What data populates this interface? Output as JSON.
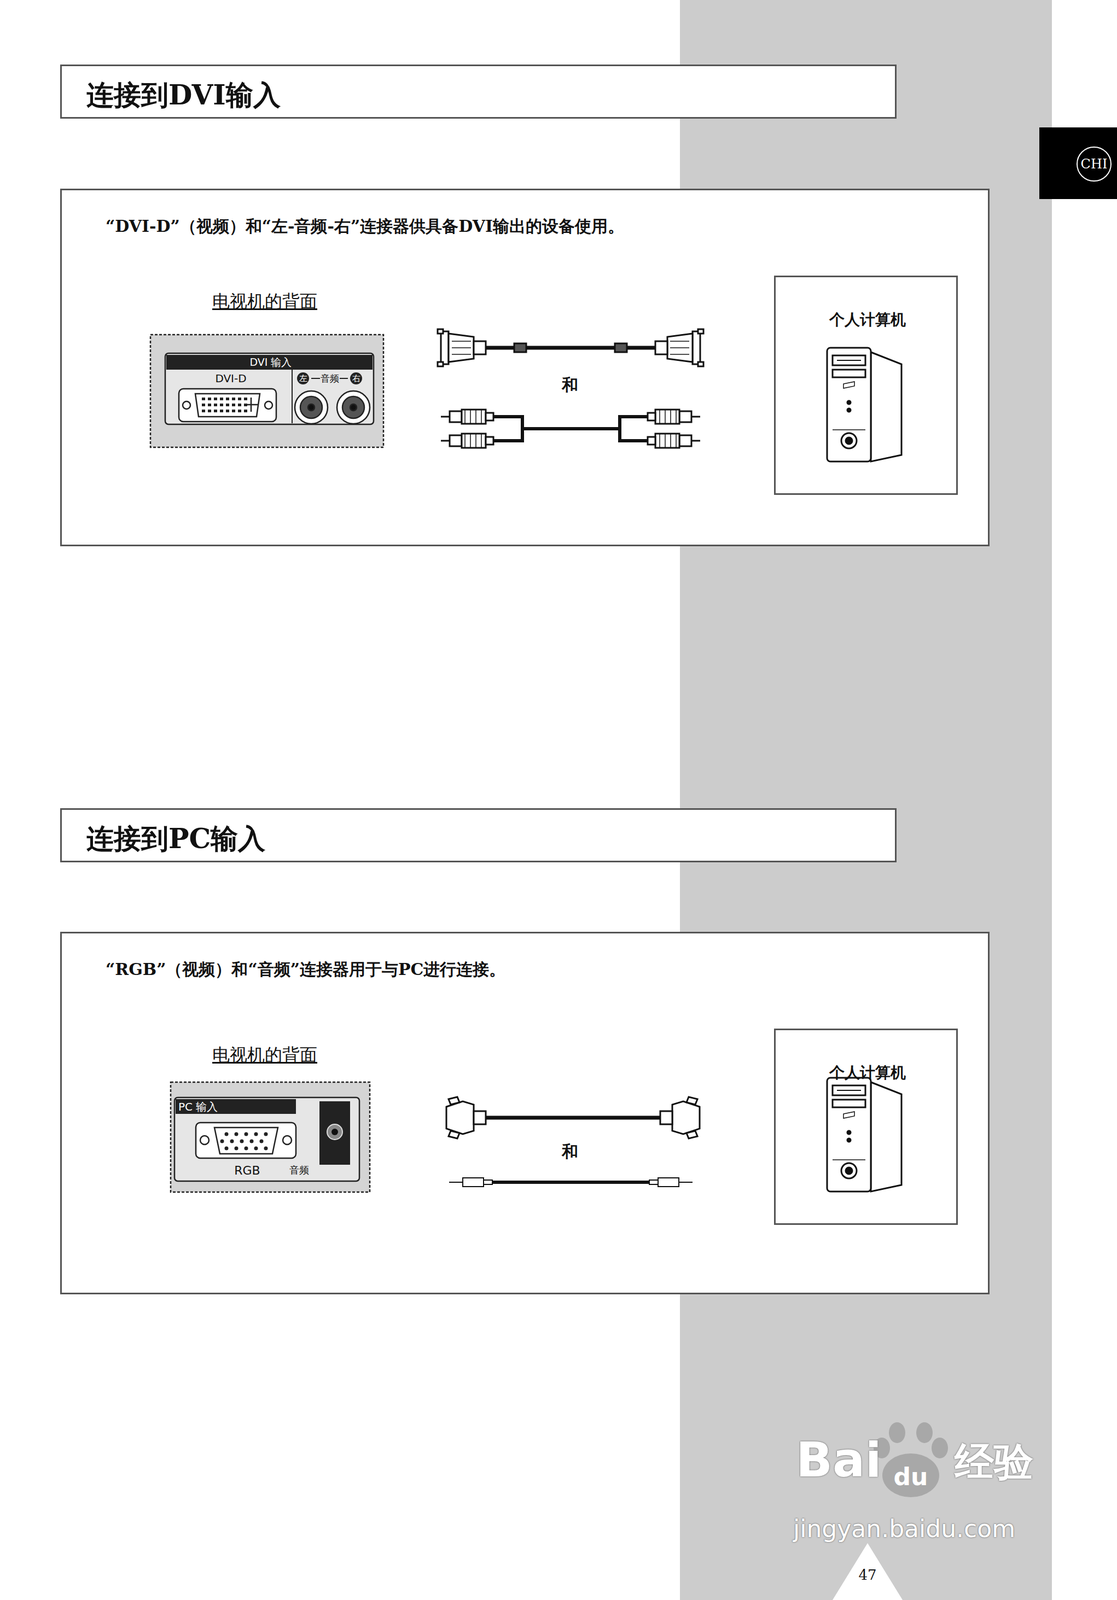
{
  "diagram": {
    "nodes": [
      {
        "text": [
          "连接到DVI输入"
        ]
      },
      {
        "text": [
          "CHI"
        ]
      },
      {
        "text": [
          "“DVI-D”（视频）和“左-音频-右”连接器供具备DVI输出的设备使用。"
        ]
      },
      {
        "text": [
          "电视机的背面",
          "DVI 输入",
          "DVI-D",
          "左",
          "音频",
          "右"
        ],
        "in": 2
      },
      {
        "text": [
          "个人计算机"
        ],
        "in": 2
      },
      {
        "text": [
          "连接到PC输入"
        ]
      },
      {
        "text": [
          "“RGB”（视频）和“音频”连接器用于与PC进行连接。"
        ]
      },
      {
        "text": [
          "电视机的背面",
          "PC 输入",
          "RGB",
          "音频"
        ],
        "in": 6
      },
      {
        "text": [
          "个人计算机"
        ],
        "in": 6
      }
    ],
    "labels": [
      "和",
      "和",
      "47",
      "Bai",
      "du",
      "经验",
      "jingyan.baidu.com"
    ]
  }
}
